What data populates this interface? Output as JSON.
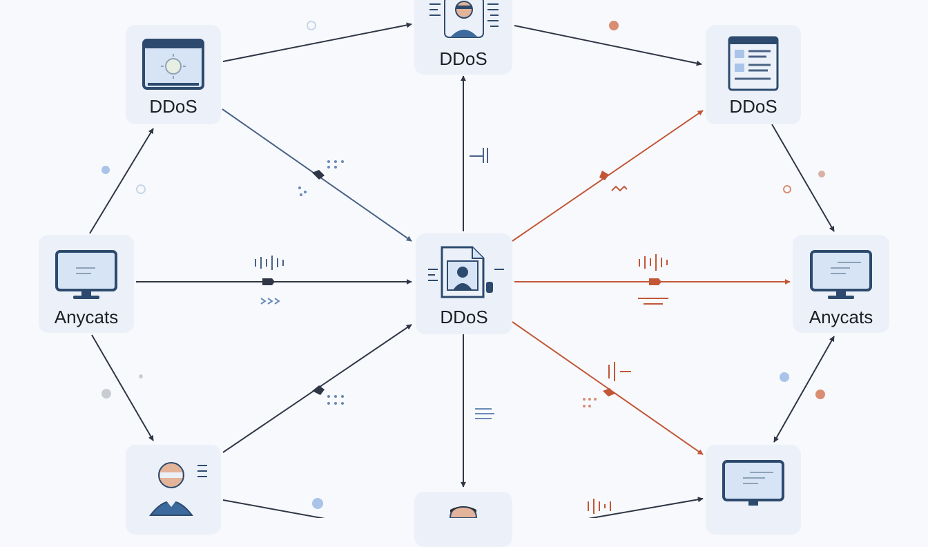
{
  "nodes": {
    "top_left": {
      "label": "DDoS",
      "icon": "browser-window-icon"
    },
    "top_center": {
      "label": "DDoS",
      "icon": "user-profile-icon"
    },
    "top_right": {
      "label": "DDoS",
      "icon": "document-window-icon"
    },
    "mid_left": {
      "label": "Anycats",
      "icon": "monitor-icon"
    },
    "center": {
      "label": "DDoS",
      "icon": "profile-document-icon"
    },
    "mid_right": {
      "label": "Anycats",
      "icon": "monitor-icon"
    },
    "bottom_left": {
      "label": "",
      "icon": "user-avatar-icon"
    },
    "bottom_center": {
      "label": "",
      "icon": "user-avatar-icon"
    },
    "bottom_right": {
      "label": "",
      "icon": "monitor-icon"
    }
  },
  "colors": {
    "background": "#f7f9fc",
    "node_fill": "#ecf1f9",
    "arrow_dark": "#2f3646",
    "arrow_blue": "#4a6285",
    "arrow_red": "#c25637",
    "icon_navy": "#2d4a6e",
    "icon_light": "#d6e4f5",
    "dot_blue": "#a9c4e8",
    "dot_orange": "#d98d72"
  }
}
